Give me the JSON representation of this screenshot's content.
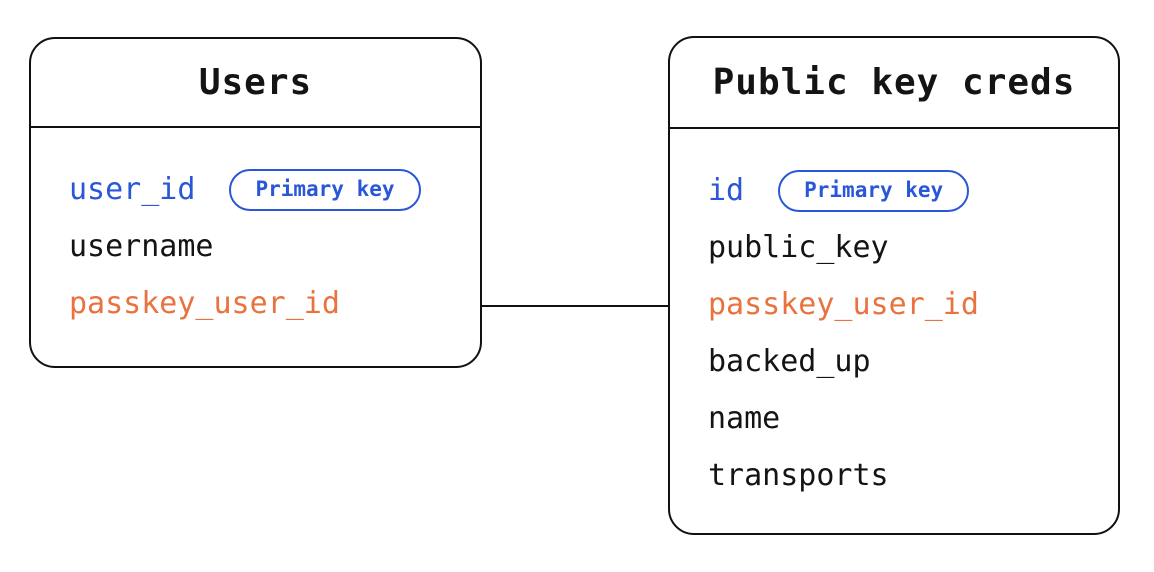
{
  "colors": {
    "blue": "#2a57d8",
    "orange": "#e9723e",
    "text": "#141414",
    "border": "#111111",
    "bg": "#ffffff"
  },
  "diagram": {
    "tables": [
      {
        "title": "Users",
        "fields": [
          {
            "name": "user_id",
            "role": "primary-key",
            "badge": "Primary key"
          },
          {
            "name": "username",
            "role": "regular"
          },
          {
            "name": "passkey_user_id",
            "role": "foreign-key"
          }
        ]
      },
      {
        "title": "Public key creds",
        "fields": [
          {
            "name": "id",
            "role": "primary-key",
            "badge": "Primary key"
          },
          {
            "name": "public_key",
            "role": "regular"
          },
          {
            "name": "passkey_user_id",
            "role": "foreign-key"
          },
          {
            "name": "backed_up",
            "role": "regular"
          },
          {
            "name": "name",
            "role": "regular"
          },
          {
            "name": "transports",
            "role": "regular"
          }
        ]
      }
    ],
    "relationship": {
      "from": "Users.passkey_user_id",
      "to": "Public key creds.passkey_user_id"
    }
  }
}
